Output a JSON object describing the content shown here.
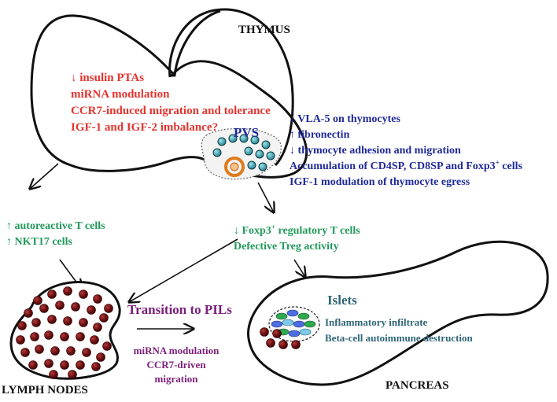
{
  "organs": {
    "thymus": "THYMUS",
    "lymph_nodes": "LYMPH NODES",
    "pancreas": "PANCREAS"
  },
  "thymus_effects": [
    "↓ insulin PTAs",
    "miRNA modulation",
    "CCR7-induced migration and tolerance",
    "IGF-1 and IGF-2 imbalance?"
  ],
  "pvs": {
    "label": "PVS",
    "effects": [
      "↓ VLA-5 on thymocytes",
      "↑ fibronectin",
      "↓ thymocyte adhesion and migration"
    ],
    "accumulation_prefix": "Accumulation of CD4SP, CD8SP and Foxp3",
    "accumulation_sup": "+",
    "accumulation_suffix": " cells",
    "egress": "IGF-1 modulation of thymocyte egress"
  },
  "left_output": [
    "↑ autoreactive T cells",
    "↑ NKT17 cells"
  ],
  "right_output": {
    "foxp3_prefix": "↓ Foxp3",
    "foxp3_sup": "+",
    "foxp3_suffix": " regulatory T cells",
    "treg": "Defective Treg activity"
  },
  "transition": {
    "title": "Transition to PILs",
    "lines": [
      "miRNA modulation",
      "CCR7-driven",
      "migration"
    ]
  },
  "islets": {
    "label": "Islets",
    "lines": [
      "Inflammatory infiltrate",
      "Beta-cell autoimmune destruction"
    ]
  },
  "colors": {
    "red": "#e3342f",
    "blue": "#1f2a9a",
    "green": "#21995a",
    "purple": "#7a1f7a",
    "teal": "#2f6577",
    "cell": "#6b0f0f"
  }
}
